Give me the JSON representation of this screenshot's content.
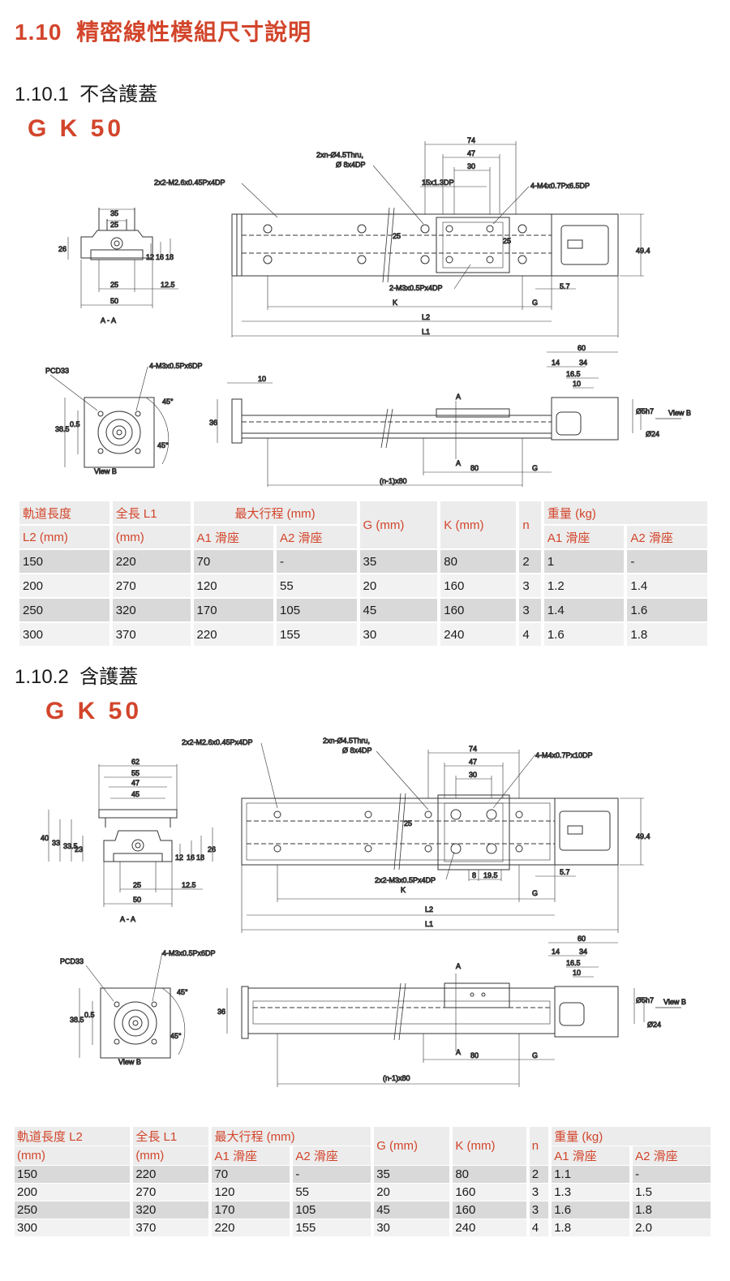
{
  "section": {
    "number": "1.10",
    "title": "精密線性模組尺寸說明"
  },
  "sub1": {
    "number": "1.10.1",
    "title": "不含護蓋",
    "model": "G K 50"
  },
  "sub2": {
    "number": "1.10.2",
    "title": "含護蓋",
    "model": "G K 50"
  },
  "drawing1": {
    "labels": {
      "d74": "74",
      "d47": "47",
      "d30": "30",
      "holes": "2xn-Ø4.5Thru,",
      "cbore": "Ø 8x4DP",
      "tap1": "2x2-M2.6x0.45Px4DP",
      "dp15": "15x1.3DP",
      "tap2": "4-M4x0.7Px6.5DP",
      "d35": "35",
      "d25a": "25",
      "d26": "26",
      "d12": "12",
      "d16": "16",
      "d18": "18",
      "d25b": "25",
      "d125": "12.5",
      "d50": "50",
      "aa": "A - A",
      "d25v": "25",
      "d25v2": "25",
      "d494": "49.4",
      "tap3": "2-M3x0.5Px4DP",
      "d57": "5.7",
      "k": "K",
      "g": "G",
      "l2": "L2",
      "l1": "L1",
      "pcd": "PCD33",
      "tap4": "4-M3x0.5Px6DP",
      "d385": "38.5",
      "d05": "0.5",
      "deg1": "45°",
      "deg2": "45°",
      "viewb": "View B",
      "d10": "10",
      "d36": "36",
      "a1": "A",
      "a2": "A",
      "d80": "80",
      "g2": "G",
      "n80": "(n-1)x80",
      "d60": "60",
      "d14": "14",
      "d34": "34",
      "d165": "16.5",
      "d10b": "10",
      "d5h7": "Ø5h7",
      "d24": "Ø24",
      "viewb2": "View B"
    }
  },
  "drawing2": {
    "labels": {
      "tap1": "2x2-M2.6x0.45Px4DP",
      "holes": "2xn-Ø4.5Thru,",
      "cbore": "Ø 8x4DP",
      "tap2": "4-M4x0.7Px10DP",
      "d74": "74",
      "d47": "47",
      "d30": "30",
      "d62": "62",
      "d55": "55",
      "d47b": "47",
      "d45": "45",
      "d40": "40",
      "d33": "33",
      "d335": "33.5",
      "d23": "23",
      "d12": "12",
      "d16": "16",
      "d18": "18",
      "d26": "26",
      "d25": "25",
      "d125": "12.5",
      "d50": "50",
      "aa": "A - A",
      "d25v": "25",
      "d494": "49.4",
      "tap3": "2x2-M3x0.5Px4DP",
      "d8": "8",
      "d195": "19.5",
      "d57": "5.7",
      "k": "K",
      "g": "G",
      "l2": "L2",
      "l1": "L1",
      "pcd": "PCD33",
      "tap4": "4-M3x0.5Px6DP",
      "d385": "38.5",
      "d05": "0.5",
      "deg1": "45°",
      "deg2": "45°",
      "viewb": "View B",
      "d36": "36",
      "a1": "A",
      "a2": "A",
      "d80": "80",
      "g2": "G",
      "n80": "(n-1)x80",
      "d60": "60",
      "d14": "14",
      "d34": "34",
      "d165": "16.5",
      "d10": "10",
      "d5h7": "Ø5h7",
      "d24": "Ø24",
      "viewb2": "View B"
    }
  },
  "table1": {
    "headers": {
      "l2a": "軌道長度",
      "l2b": "L2 (mm)",
      "l1a": "全長 L1",
      "l1b": "(mm)",
      "stroke": "最大行程 (mm)",
      "a1": "A1 滑座",
      "a2": "A2 滑座",
      "g": "G (mm)",
      "k": "K (mm)",
      "n": "n",
      "weight": "重量 (kg)",
      "wa1": "A1 滑座",
      "wa2": "A2 滑座"
    },
    "rows": [
      [
        "150",
        "220",
        "70",
        "-",
        "35",
        "80",
        "2",
        "1",
        "-"
      ],
      [
        "200",
        "270",
        "120",
        "55",
        "20",
        "160",
        "3",
        "1.2",
        "1.4"
      ],
      [
        "250",
        "320",
        "170",
        "105",
        "45",
        "160",
        "3",
        "1.4",
        "1.6"
      ],
      [
        "300",
        "370",
        "220",
        "155",
        "30",
        "240",
        "4",
        "1.6",
        "1.8"
      ]
    ]
  },
  "table2": {
    "headers": {
      "l2a": "軌道長度 L2",
      "l2b": "(mm)",
      "l1a": "全長 L1",
      "l1b": "(mm)",
      "stroke": "最大行程 (mm)",
      "a1": "A1 滑座",
      "a2": "A2 滑座",
      "g": "G (mm)",
      "k": "K (mm)",
      "n": "n",
      "weight": "重量 (kg)",
      "wa1": "A1 滑座",
      "wa2": "A2 滑座"
    },
    "rows": [
      [
        "150",
        "220",
        "70",
        "-",
        "35",
        "80",
        "2",
        "1.1",
        "-"
      ],
      [
        "200",
        "270",
        "120",
        "55",
        "20",
        "160",
        "3",
        "1.3",
        "1.5"
      ],
      [
        "250",
        "320",
        "170",
        "105",
        "45",
        "160",
        "3",
        "1.6",
        "1.8"
      ],
      [
        "300",
        "370",
        "220",
        "155",
        "30",
        "240",
        "4",
        "1.8",
        "2.0"
      ]
    ]
  },
  "colors": {
    "accent": "#d2452b",
    "row_dark": "#d9d9d9",
    "row_light": "#f2f2f2"
  }
}
